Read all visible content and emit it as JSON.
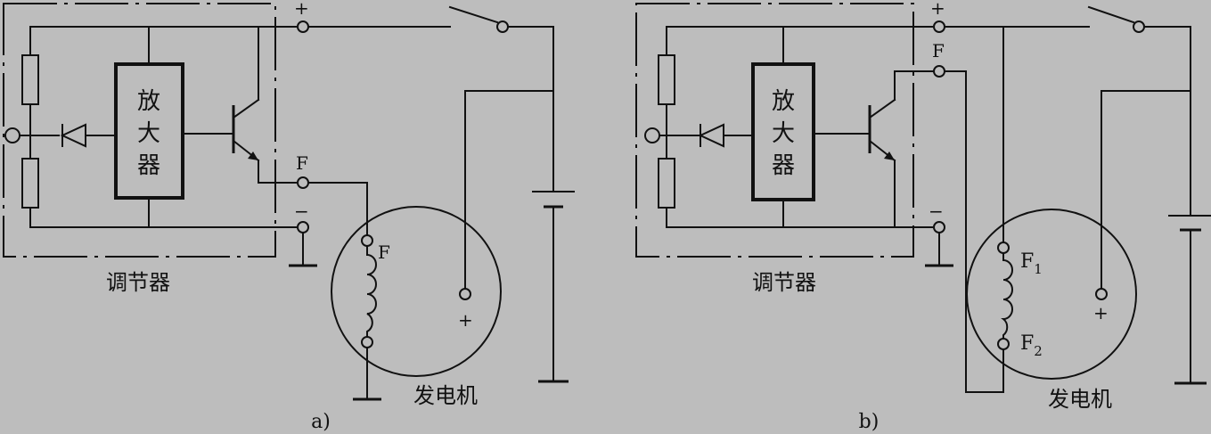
{
  "panel_a": {
    "caption": "a)",
    "regulator_label": "调节器",
    "amplifier_chars": [
      "放",
      "大",
      "器"
    ],
    "generator_label": "发电机",
    "terminal_plus": "+",
    "terminal_F": "F",
    "terminal_minus": "−",
    "generator_field_terminal": "F",
    "generator_plus": "+"
  },
  "panel_b": {
    "caption": "b)",
    "regulator_label": "调节器",
    "amplifier_chars": [
      "放",
      "大",
      "器"
    ],
    "generator_label": "发电机",
    "terminal_plus": "+",
    "terminal_F": "F",
    "terminal_minus": "−",
    "field_F1": "F",
    "field_F1_sub": "1",
    "field_F2": "F",
    "field_F2_sub": "2",
    "generator_plus": "+"
  }
}
